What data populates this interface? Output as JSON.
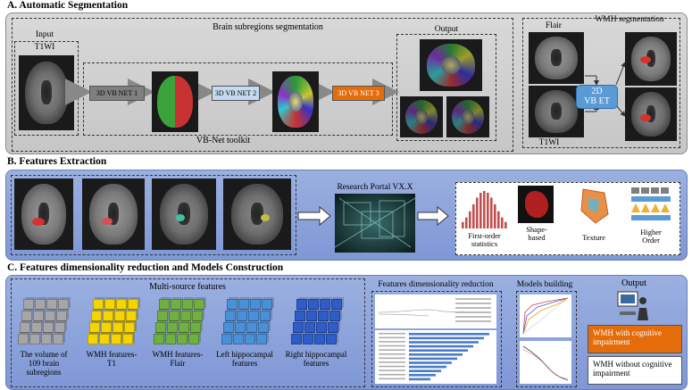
{
  "sectionA": {
    "title": "A. Automatic  Segmentation",
    "subtitle": "Brain subregions segmentation",
    "input_label": "Input",
    "t1wi_label": "T1WI",
    "net1": "3D VB NET 1",
    "net2": "3D VB NET 2",
    "net3": "3D VB NET 3",
    "toolkit": "VB-Net toolkit",
    "output_label": "Output",
    "wmh_title": "WMH segmentation",
    "flair_label": "Flair",
    "t1wi_label2": "T1WI",
    "vbet_line1": "2D",
    "vbet_line2": "VB ET",
    "colors": {
      "net1": "#7f7f7f",
      "net2": "#c5d9f1",
      "net3": "#e46c0a",
      "vbet": "#5b9bd5"
    }
  },
  "sectionB": {
    "title": "B. Features Extraction",
    "portal": "Research Portal VX.X",
    "feature_types": [
      {
        "label": "First-order statistics"
      },
      {
        "label": "Shape-based"
      },
      {
        "label": "Texture"
      },
      {
        "label": "Higher Order"
      }
    ]
  },
  "sectionC": {
    "title": "C. Features dimensionality reduction and Models Construction",
    "multi_source": "Multi-source features",
    "groups": [
      {
        "label": "The volume of 109 brain subregions",
        "color": "#a6a6a6"
      },
      {
        "label": "WMH features-T1",
        "color": "#f5d400"
      },
      {
        "label": "WMH features-Flair",
        "color": "#70b040"
      },
      {
        "label": "Left hippocampal features",
        "color": "#4a90d9"
      },
      {
        "label": "Right hippocampal features",
        "color": "#2e5cc8"
      }
    ],
    "dim_reduction": "Features dimensionality reduction",
    "models_building": "Models building",
    "output": "Output",
    "wmh_with": "WMH with cognitive impairment",
    "wmh_without": "WMH without cognitive impairment",
    "colors": {
      "with": "#e46c0a",
      "without": "#ffffff"
    }
  }
}
